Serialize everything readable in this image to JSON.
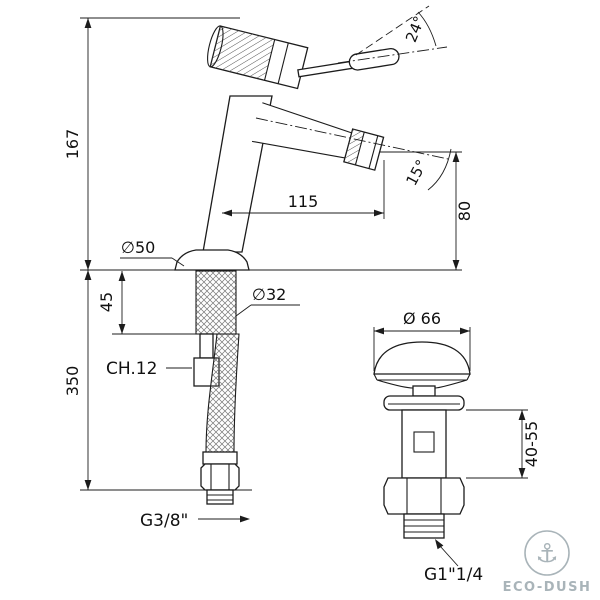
{
  "faucet_view": {
    "height_total": "167",
    "height_below": "350",
    "shank_length": "45",
    "spout_reach": "115",
    "spout_height": "80",
    "handle_angle": "24°",
    "spout_angle": "15°",
    "base_diameter": "∅50",
    "pipe_diameter": "∅32",
    "wrench_size": "CH.12",
    "hose_thread": "G3/8\""
  },
  "drain_view": {
    "cap_diameter": "Ø 66",
    "clamp_range": "40-55",
    "thread": "G1\"1/4"
  },
  "logo": {
    "anchor_icon": "⚓",
    "brand": "ECO-DUSH"
  },
  "colors": {
    "line": "#1c1c1c",
    "logo": "#a9b4b9",
    "background": "#ffffff"
  }
}
